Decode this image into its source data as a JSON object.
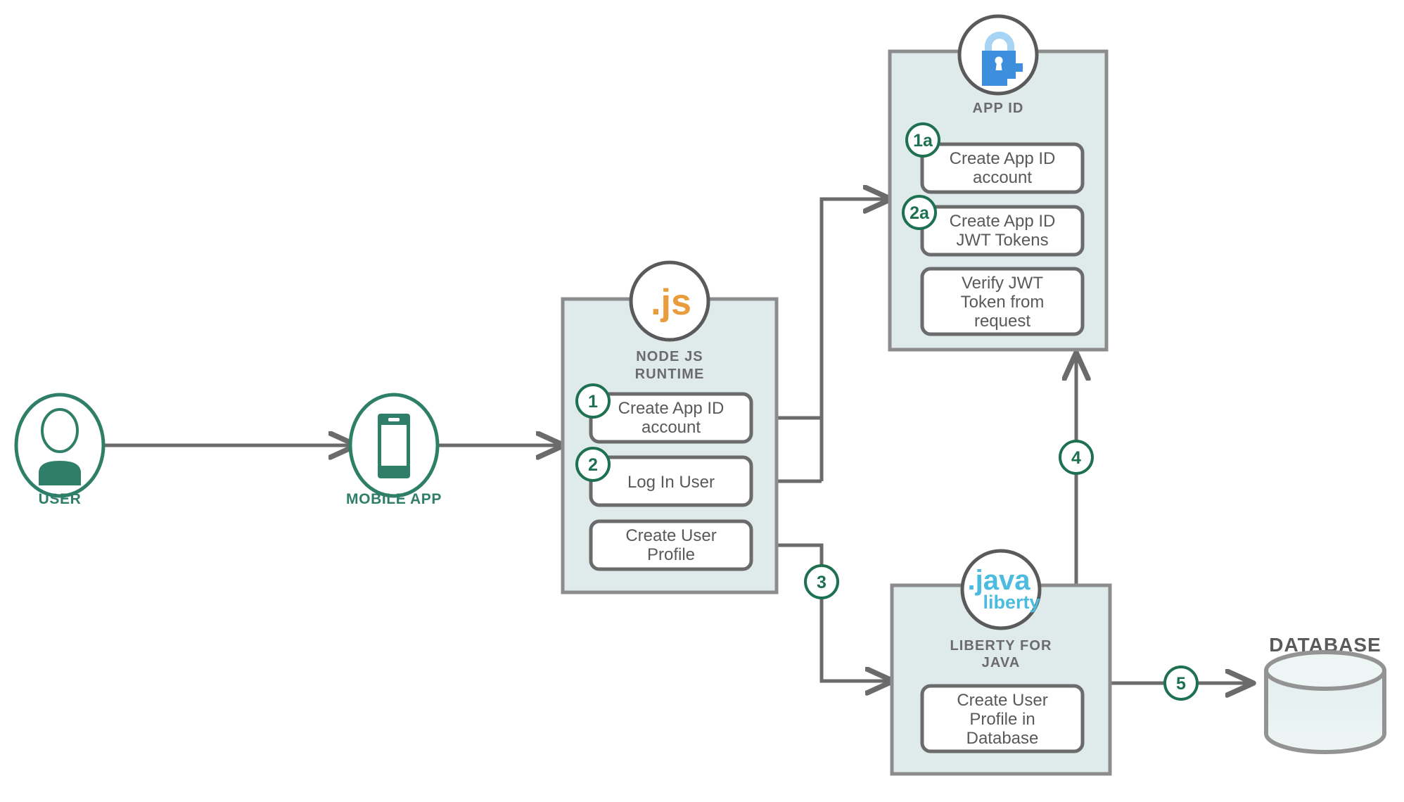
{
  "diagram": {
    "title": "App ID authentication flow architecture",
    "colors": {
      "panel_fill": "#dfeaea",
      "panel_stroke": "#8c8c8c",
      "connector": "#6b6b6b",
      "badge_stroke": "#1d7050",
      "badge_text": "#1d7050",
      "node_teal": "#2f7f68",
      "box_stroke": "#6b6b6b",
      "box_fill": "#ffffff",
      "label_gray": "#5a5a5a",
      "js_orange": "#e89c3c",
      "java_blue": "#4bbbe0",
      "appid_blue": "#3d8fdd",
      "appid_blue_light": "#a7d4f5",
      "database_fill": "#dfeaea"
    },
    "nodes": [
      {
        "id": "user",
        "label": "USER",
        "icon": "user-avatar-icon",
        "shape": "circle"
      },
      {
        "id": "mobile-app",
        "label": "MOBILE APP",
        "icon": "mobile-phone-icon",
        "shape": "circle"
      }
    ],
    "panels": [
      {
        "id": "node-js-runtime",
        "title": "NODE JS RUNTIME",
        "title_lines": [
          "NODE JS",
          "RUNTIME"
        ],
        "icon": "nodejs-dotjs-icon",
        "icon_text": ".js",
        "boxes": [
          {
            "badge": "1",
            "lines": [
              "Create App ID",
              "account"
            ]
          },
          {
            "badge": "2",
            "lines": [
              "Log In User"
            ]
          },
          {
            "badge": null,
            "lines": [
              "Create User",
              "Profile"
            ]
          }
        ]
      },
      {
        "id": "app-id",
        "title": "APP ID",
        "title_lines": [
          "APP ID"
        ],
        "icon": "padlock-face-icon",
        "icon_text": "",
        "boxes": [
          {
            "badge": "1a",
            "lines": [
              "Create App ID",
              "account"
            ]
          },
          {
            "badge": "2a",
            "lines": [
              "Create App ID",
              "JWT Tokens"
            ]
          },
          {
            "badge": null,
            "lines": [
              "Verify JWT",
              "Token from",
              "request"
            ]
          }
        ]
      },
      {
        "id": "liberty-for-java",
        "title": "LIBERTY FOR JAVA",
        "title_lines": [
          "LIBERTY FOR",
          "JAVA"
        ],
        "icon": "java-liberty-icon",
        "icon_text": ".java liberty",
        "icon_text_primary": ".java",
        "icon_text_secondary": "liberty",
        "boxes": [
          {
            "badge": null,
            "lines": [
              "Create User",
              "Profile in",
              "Database"
            ]
          }
        ]
      }
    ],
    "database": {
      "id": "database",
      "label": "DATABASE",
      "icon": "database-cylinder-icon"
    },
    "step_badges": [
      {
        "id": "badge-1",
        "label": "1"
      },
      {
        "id": "badge-2",
        "label": "2"
      },
      {
        "id": "badge-1a",
        "label": "1a"
      },
      {
        "id": "badge-2a",
        "label": "2a"
      },
      {
        "id": "badge-3",
        "label": "3"
      },
      {
        "id": "badge-4",
        "label": "4"
      },
      {
        "id": "badge-5",
        "label": "5"
      }
    ],
    "connectors": [
      {
        "id": "user-to-mobile",
        "from": "user",
        "to": "mobile-app",
        "arrow": true
      },
      {
        "id": "mobile-to-nodejs",
        "from": "mobile-app",
        "to": "node-js-runtime",
        "arrow": true
      },
      {
        "id": "nodejs-to-appid",
        "from": "node-js-runtime",
        "to": "app-id",
        "arrow": true
      },
      {
        "id": "nodejs-to-liberty",
        "from": "node-js-runtime",
        "to": "liberty-for-java",
        "arrow": true,
        "badge": "3"
      },
      {
        "id": "liberty-to-appid",
        "from": "liberty-for-java",
        "to": "app-id",
        "arrow": true,
        "badge": "4"
      },
      {
        "id": "liberty-to-database",
        "from": "liberty-for-java",
        "to": "database",
        "arrow": true,
        "badge": "5"
      }
    ]
  }
}
